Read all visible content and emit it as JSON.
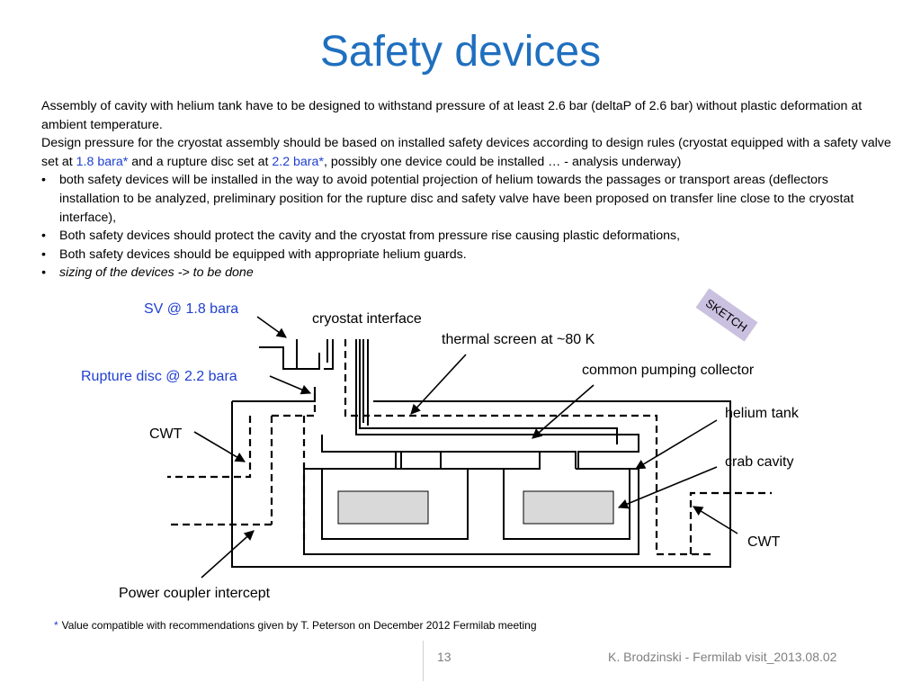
{
  "slide": {
    "title": "Safety devices",
    "para1": "Assembly of cavity with helium tank have to be designed to withstand pressure of at least 2.6 bar (deltaP of 2.6 bar) without plastic deformation at ambient temperature.",
    "para2_a": "Design pressure for the cryostat assembly should be based on installed safety devices according to design rules (cryostat equipped with a safety valve set at ",
    "para2_sv": "1.8 bara*",
    "para2_b": " and a rupture disc set at ",
    "para2_rd": "2.2 bara*",
    "para2_c": ", possibly one device could be installed … - analysis underway)",
    "bullets": [
      "both safety devices will be installed in the way to avoid potential projection of helium towards the passages or transport areas (deflectors installation to be analyzed, preliminary position for the rupture disc and safety valve have been proposed on transfer line close to the cryostat interface),",
      "Both safety devices should protect the cavity and the cryostat from pressure rise causing plastic deformations,",
      "Both safety devices should be equipped with appropriate helium guards.",
      "sizing of the devices -> to be done"
    ],
    "footnote_star": "*",
    "footnote": "Value compatible with recommendations given by T. Peterson on December 2012 Fermilab meeting",
    "page_number": "13",
    "footer": "K. Brodzinski - Fermilab visit_2013.08.02"
  },
  "diagram": {
    "sv_label": "SV @ 1.8 bara",
    "rupture_label": "Rupture disc @ 2.2 bara",
    "cryostat_interface": "cryostat interface",
    "thermal_screen": "thermal screen at ~80 K",
    "pumping_collector": "common pumping collector",
    "helium_tank": "helium tank",
    "crab_cavity": "crab cavity",
    "cwt_left": "CWT",
    "cwt_right": "CWT",
    "power_coupler": "Power coupler intercept",
    "sketch": "SKETCH",
    "sketch_bg": "#c9c1df",
    "blue": "#1f3fd0"
  }
}
